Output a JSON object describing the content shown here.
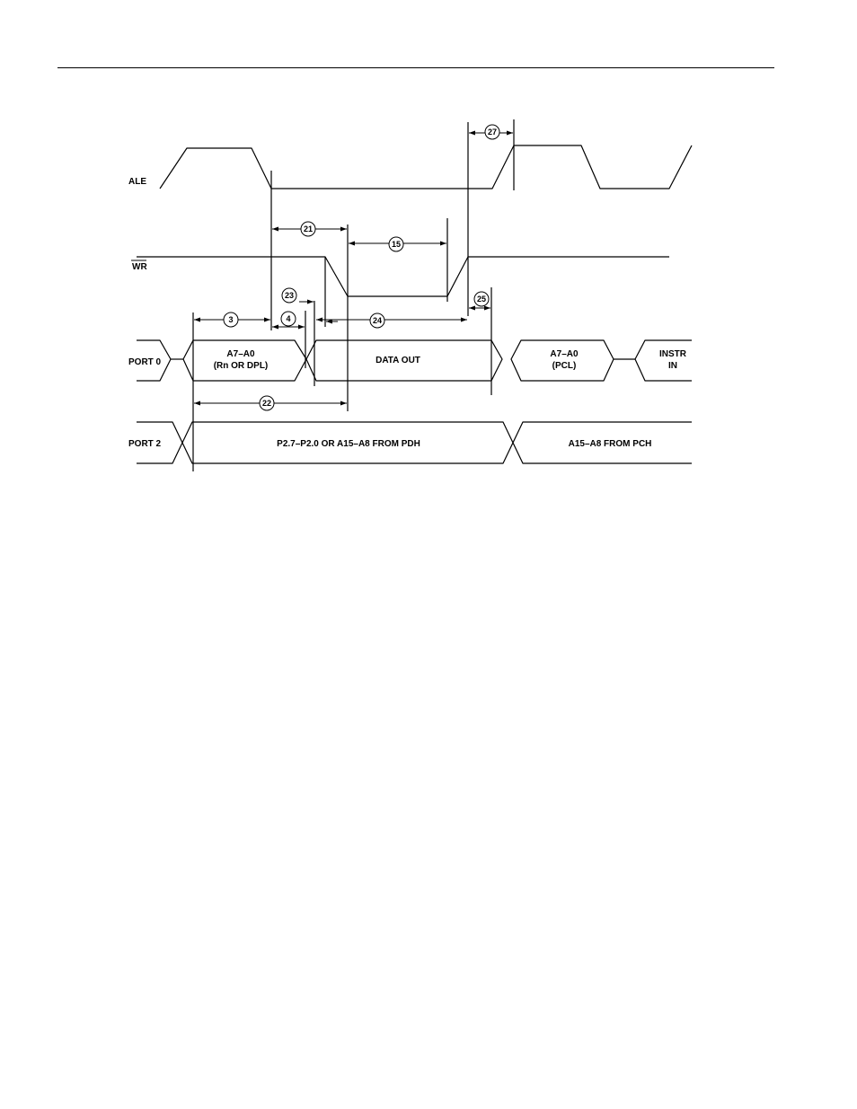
{
  "signals": {
    "ale": "ALE",
    "wr": "WR",
    "port0": "PORT 0",
    "port2": "PORT 2"
  },
  "port0_bus": {
    "address_low_1": "A7–A0",
    "address_low_2": "(Rn OR DPL)",
    "data_out": "DATA OUT",
    "pcl_1": "A7–A0",
    "pcl_2": "(PCL)",
    "instr_1": "INSTR",
    "instr_2": "IN"
  },
  "port2_bus": {
    "pdh": "P2.7–P2.0 OR A15–A8 FROM PDH",
    "pch": "A15–A8 FROM PCH"
  },
  "timing_params": {
    "p3": "3",
    "p4": "4",
    "p15": "15",
    "p21": "21",
    "p22": "22",
    "p23": "23",
    "p24": "24",
    "p25": "25",
    "p27": "27"
  }
}
